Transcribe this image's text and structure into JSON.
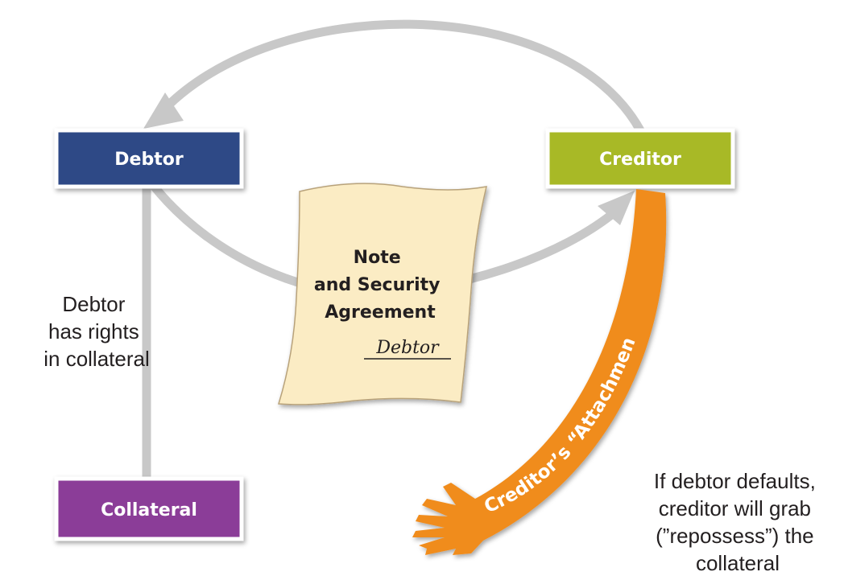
{
  "nodes": {
    "debtor": {
      "label": "Debtor",
      "color": "#2e4a86"
    },
    "creditor": {
      "label": "Creditor",
      "color": "#a8b928"
    },
    "collateral": {
      "label": "Collateral",
      "color": "#8b3d98"
    }
  },
  "document": {
    "title_lines": [
      "Note",
      "and Security",
      "Agreement"
    ],
    "signature": "Debtor",
    "paper_color": "#fbecc4"
  },
  "debtor_rights_lines": [
    "Debtor",
    "has rights",
    "in collateral"
  ],
  "attachment": {
    "label": "Creditor’s “Attachment”",
    "color": "#f08c1e"
  },
  "default_note_lines": [
    "If debtor defaults,",
    "creditor will grab",
    "(”repossess”) the",
    "collateral"
  ],
  "colors": {
    "arrow": "#c8c8c8",
    "box_border": "#ffffff",
    "text": "#231f20"
  }
}
